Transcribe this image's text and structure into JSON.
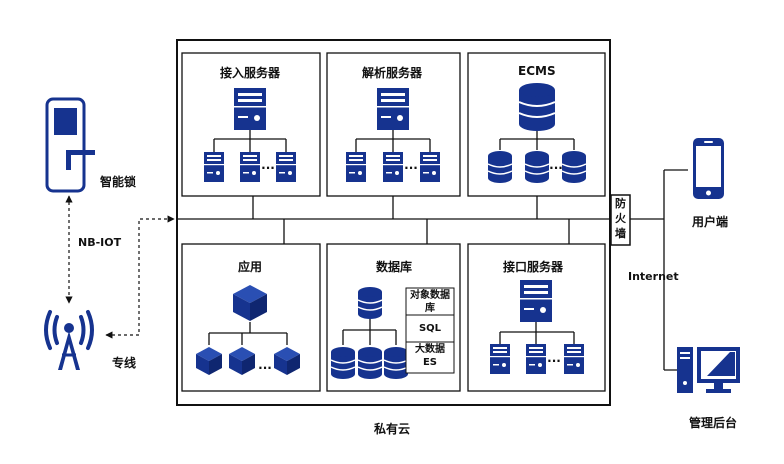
{
  "palette": {
    "icon": "#16338f",
    "stroke": "#111111",
    "background": "#ffffff"
  },
  "icons": [
    "smart-lock-icon",
    "antenna-icon",
    "server-icon",
    "database-icon",
    "cube-icon",
    "phone-icon",
    "desktop-computer-icon"
  ],
  "left": {
    "smart_lock": "智能锁",
    "nbiot": "NB-IOT",
    "dedicated_line": "专线"
  },
  "cloud": {
    "label": "私有云",
    "top_row": [
      {
        "title": "接入服务器"
      },
      {
        "title": "解析服务器"
      },
      {
        "title": "ECMS"
      }
    ],
    "bottom_row": [
      {
        "title": "应用"
      },
      {
        "title": "数据库",
        "tags": [
          "对象数据库",
          "SQL",
          "大数据ES"
        ]
      },
      {
        "title": "接口服务器"
      }
    ]
  },
  "firewall": "防火墙",
  "internet": "Internet",
  "clients": {
    "user": "用户端",
    "admin": "管理后台"
  }
}
